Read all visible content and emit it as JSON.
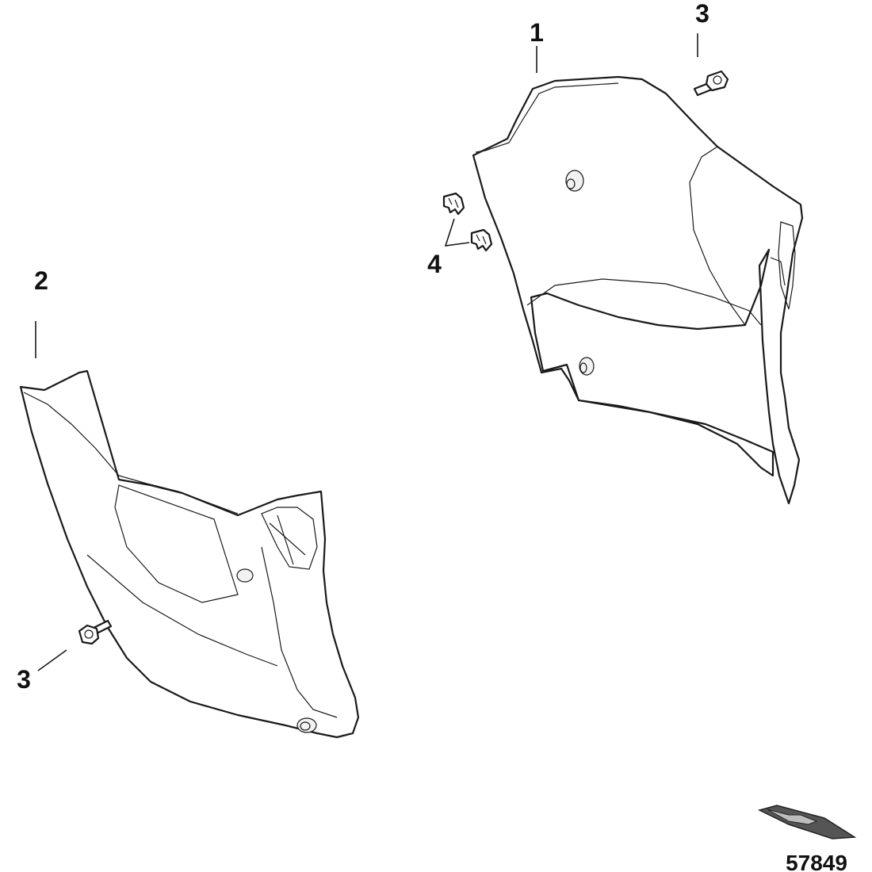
{
  "callouts": {
    "part_1": "1",
    "part_2": "2",
    "part_3_upper": "3",
    "part_3_lower": "3",
    "part_4": "4"
  },
  "figure_number": "57849"
}
